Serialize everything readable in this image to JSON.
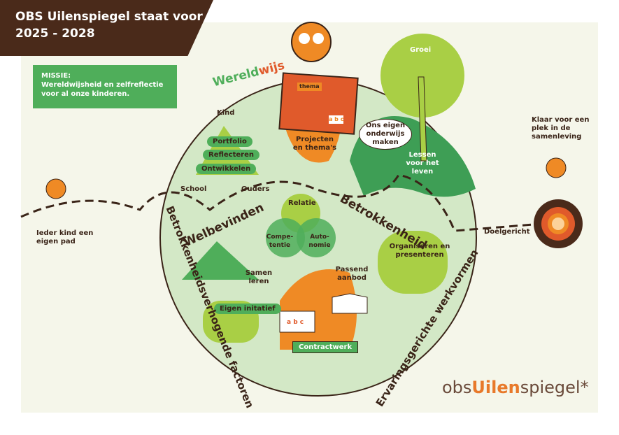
{
  "header": {
    "title": "OBS Uilenspiegel staat voor 2025 - 2028"
  },
  "mission": {
    "label": "MISSIE:",
    "text": "Wereldwijsheid en zelfreflectie voor al onze kinderen."
  },
  "path": {
    "start": "Ieder kind een eigen pad",
    "goal_label": "Doelgericht",
    "end": "Klaar voor een plek in de samenleving"
  },
  "wereldwijs": {
    "part1": "Wereld",
    "part2": "wijs"
  },
  "kind_section": {
    "top": "Kind",
    "left": "School",
    "right": "Ouders",
    "items": [
      "Portfolio",
      "Reflecteren",
      "Ontwikkelen"
    ]
  },
  "projecten": {
    "label": "Projecten en thema's",
    "board_tag": "thema",
    "board_abc": "a b c"
  },
  "groei": {
    "label": "Groei",
    "roots": "Lessen voor het leven",
    "speech": "Ons eigen onderwijs maken"
  },
  "center": {
    "top": "Relatie",
    "left": "Compe-tentie",
    "right": "Auto-nomie",
    "arc_left": "Welbevinden",
    "arc_right": "Betrokkenheid"
  },
  "lower": {
    "samen": "Samen leren",
    "eigen": "Eigen initatief",
    "passend": "Passend aanbod",
    "contract": "Contractwerk",
    "organiseren": "Organiseren en presenteren",
    "board_abc": "a b c"
  },
  "circle_labels": {
    "left": "Betrokkenheidsverhogende factoren",
    "right": "Ervaringsgerichte werkvormen"
  },
  "logo": {
    "part1": "obs",
    "part2": "Uilen",
    "part3": "spiegel*"
  },
  "colors": {
    "brown": "#4a2a1a",
    "green": "#4fae5a",
    "light_green": "#cfe6c0",
    "lime": "#a9cf45",
    "orange": "#ef8a25",
    "red": "#e05a2b"
  }
}
